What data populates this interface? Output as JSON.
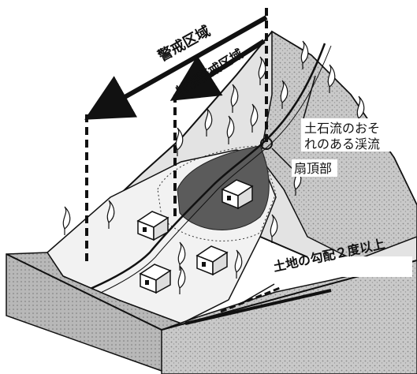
{
  "labels": {
    "warning_zone": "警戒区域",
    "special_warning_zone": "特別警戒区域",
    "stream": "土石流のおそれのある渓流",
    "stream_line1": "土石流のおそ",
    "stream_line2": "れのある渓流",
    "fan_apex": "扇頂部",
    "slope": "土地の勾配２度以上"
  },
  "colors": {
    "ink": "#111111",
    "shade_zone": "#5b5b5b",
    "slope": "#d9d9d9",
    "valley_floor": "#eeeeee",
    "block_side": "#bdbdbd"
  }
}
